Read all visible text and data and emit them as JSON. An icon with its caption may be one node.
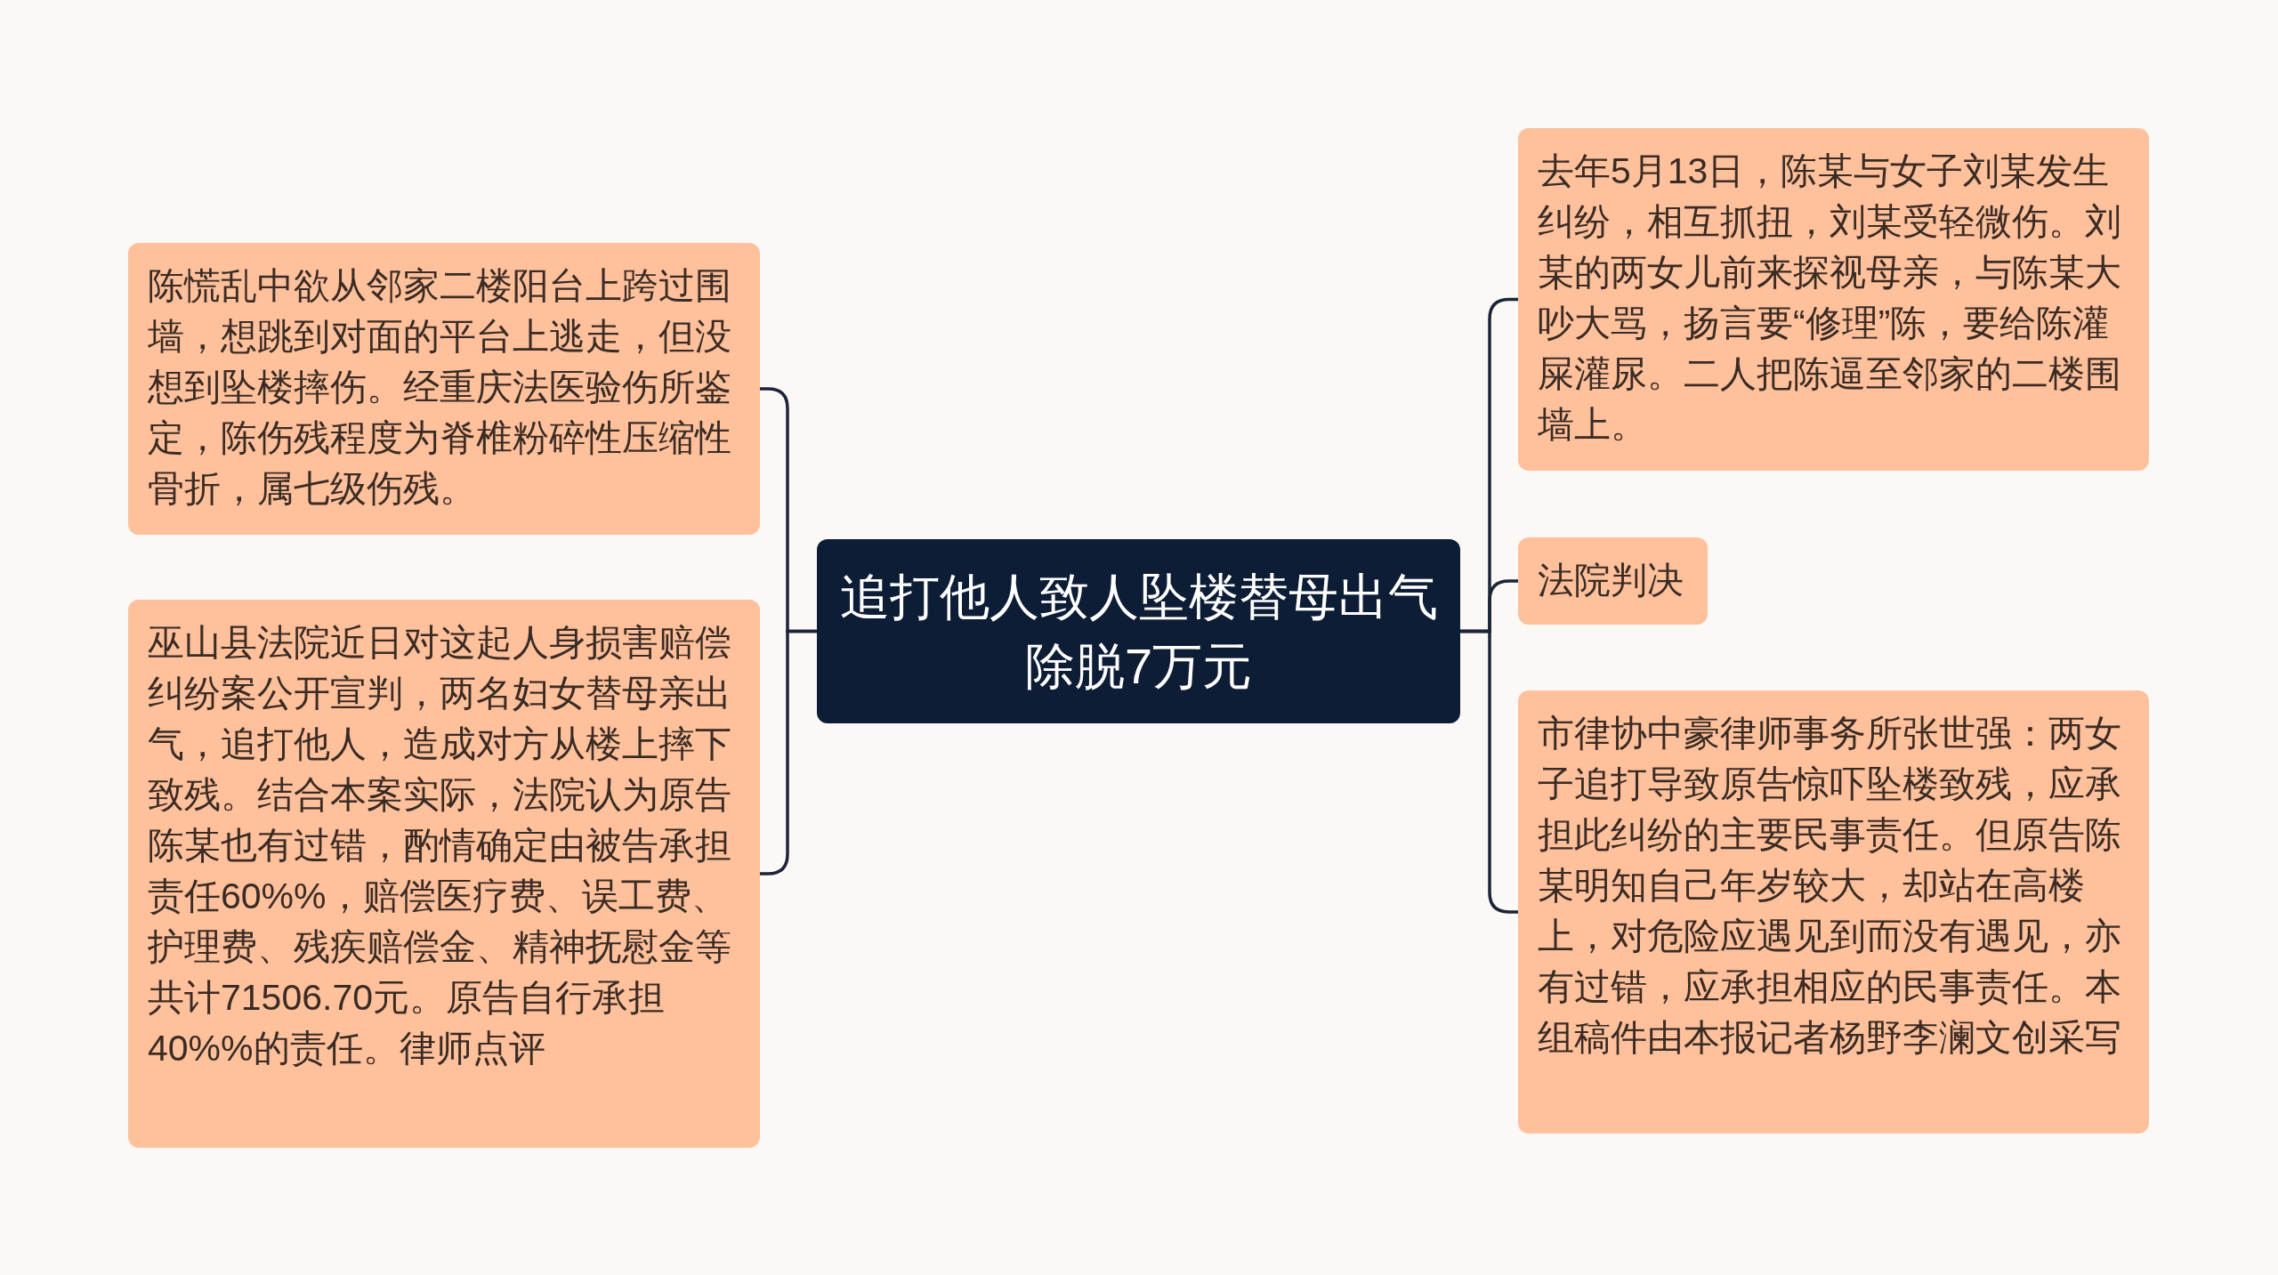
{
  "diagram": {
    "nodes": [
      {
        "text": [
          "追打他人致人坠楼替母出气除脱7万元"
        ]
      },
      {
        "text": [
          "陈慌乱中欲从邻家二楼阳台上跨过围墙，想跳到对面的平台上逃走，但没想到坠楼摔伤。经重庆法医验伤所鉴定，陈伤残程度为脊椎粉碎性压缩性骨折，属七级伤残。"
        ]
      },
      {
        "text": [
          "巫山县法院近日对这起人身损害赔偿纠纷案公开宣判，两名妇女替母亲出气，追打他人，造成对方从楼上摔下致残。结合本案实际，法院认为原告陈某也有过错，酌情确定由被告承担责任60%%，赔偿医疗费、误工费、护理费、残疾赔偿金、精神抚慰金等共计71506.70元。原告自行承担40%%的责任。律师点评"
        ]
      },
      {
        "text": [
          "去年5月13日，陈某与女子刘某发生纠纷，相互抓扭，刘某受轻微伤。刘某的两女儿前来探视母亲，与陈某大吵大骂，扬言要“修理”陈，要给陈灌屎灌尿。二人把陈逼至邻家的二楼围墙上。"
        ]
      },
      {
        "text": [
          "法院判决"
        ]
      },
      {
        "text": [
          "市律协中豪律师事务所张世强：两女子追打导致原告惊吓坠楼致残，应承担此纠纷的主要民事责任。但原告陈某明知自己年岁较大，却站在高楼上，对危险应遇见到而没有遇见，亦有过错，应承担相应的民事责任。本组稿件由本报记者杨野李澜文创采写"
        ]
      }
    ],
    "edges": [
      {
        "from": 0,
        "to": 1,
        "arrow": "none"
      },
      {
        "from": 0,
        "to": 2,
        "arrow": "none"
      },
      {
        "from": 0,
        "to": 3,
        "arrow": "none"
      },
      {
        "from": 0,
        "to": 4,
        "arrow": "none"
      },
      {
        "from": 0,
        "to": 5,
        "arrow": "none"
      }
    ]
  }
}
